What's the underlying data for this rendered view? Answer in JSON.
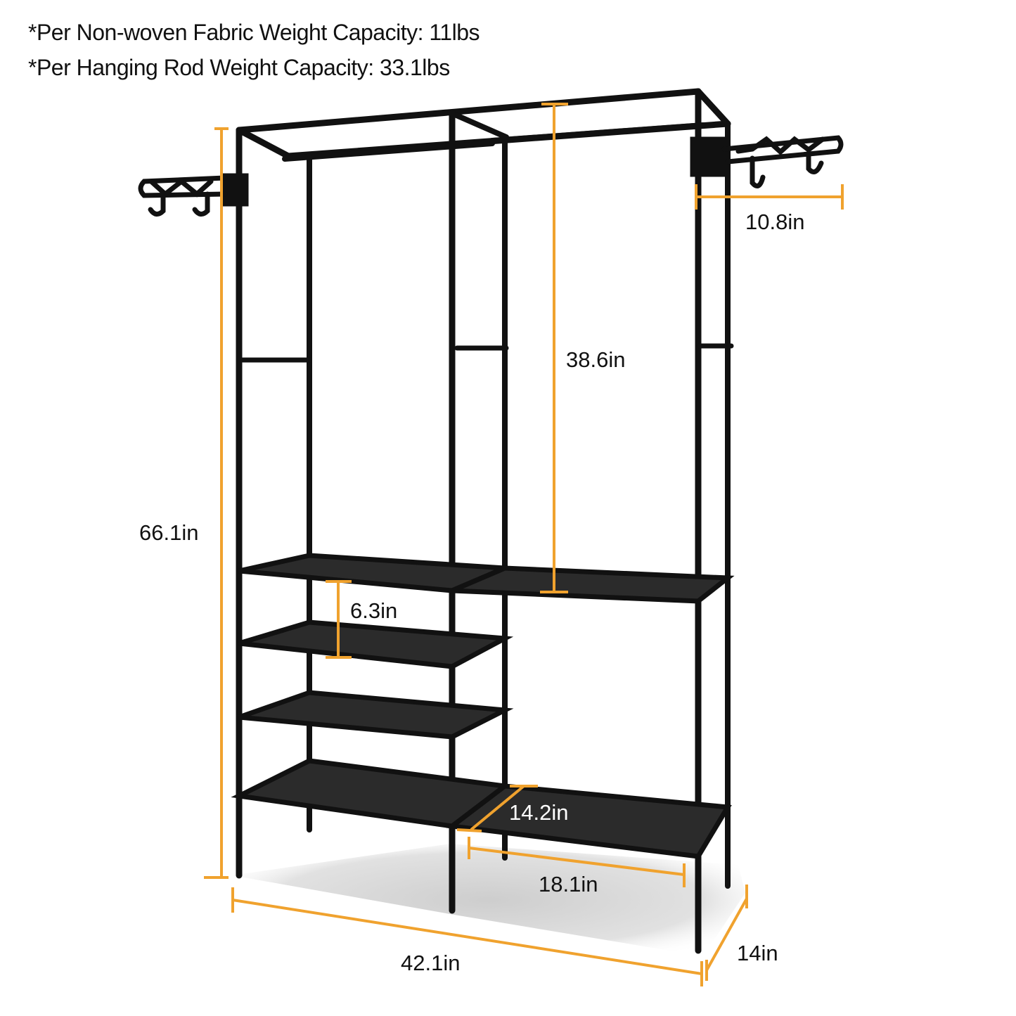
{
  "notes": [
    "*Per Non-woven Fabric Weight Capacity: 11lbs",
    "*Per Hanging Rod Weight Capacity: 33.1lbs"
  ],
  "dimensions": {
    "total_height": "66.1in",
    "hanging_clearance": "38.6in",
    "side_hook_length": "10.8in",
    "shelf_spacing": "6.3in",
    "shelf_depth": "14.2in",
    "shelf_width": "18.1in",
    "total_width": "42.1in",
    "total_depth": "14in"
  },
  "colors": {
    "dimension_line": "#F0A22E",
    "frame": "#111111",
    "fabric": "#2b2b2b",
    "shadow": "#cfcfcf"
  }
}
